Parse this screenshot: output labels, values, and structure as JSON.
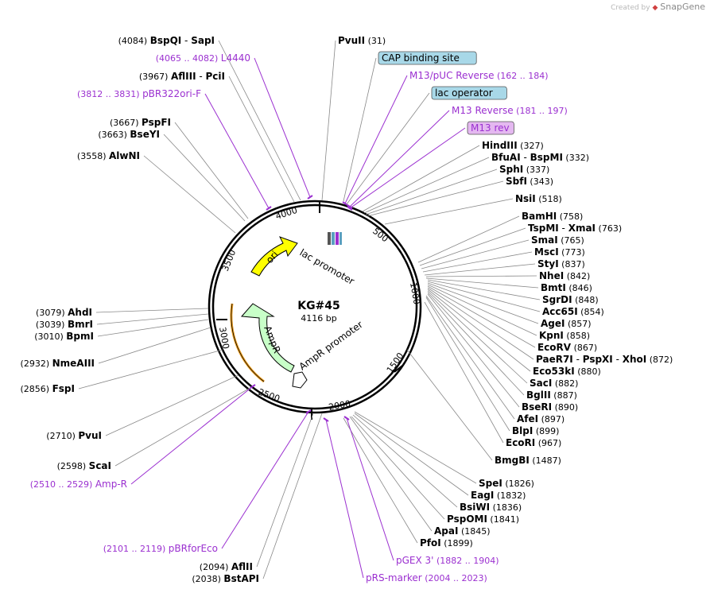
{
  "header": {
    "created_by": "Created by",
    "brand": "SnapGene"
  },
  "plasmid": {
    "name": "KG#45",
    "size_label": "4116 bp",
    "length": 4116,
    "ticks": [
      "500",
      "1000",
      "1500",
      "2000",
      "2500",
      "3000",
      "3500",
      "4000"
    ]
  },
  "colors": {
    "ori": "#ffff00",
    "ampR": "#c8ffc8",
    "primer": "#9b30d0",
    "feature_badge": "#a8d8e8",
    "primer_badge": "#e4b8f0",
    "ampR_primer": "#f0a020",
    "text": "#000000"
  },
  "features": [
    {
      "name": "ori",
      "type": "rep_origin",
      "color": "#ffff00"
    },
    {
      "name": "lac promoter",
      "type": "promoter"
    },
    {
      "name": "AmpR",
      "type": "CDS",
      "color": "#c8ffc8"
    },
    {
      "name": "AmpR promoter",
      "type": "promoter"
    }
  ],
  "left_labels": [
    {
      "pos": "(4084)",
      "name": "BspQI",
      "sep": "-",
      "name2": "SapI",
      "style": "site"
    },
    {
      "pos": "(4065 .. 4082)",
      "name": "L4440",
      "style": "primer"
    },
    {
      "pos": "(3967)",
      "name": "AflIII",
      "sep": "-",
      "name2": "PciI",
      "style": "site"
    },
    {
      "pos": "(3812 .. 3831)",
      "name": "pBR322ori-F",
      "style": "primer"
    },
    {
      "pos": "(3667)",
      "name": "PspFI",
      "style": "site"
    },
    {
      "pos": "(3663)",
      "name": "BseYI",
      "style": "site"
    },
    {
      "pos": "(3558)",
      "name": "AlwNI",
      "style": "site"
    },
    {
      "pos": "(3079)",
      "name": "AhdI",
      "style": "site"
    },
    {
      "pos": "(3039)",
      "name": "BmrI",
      "style": "site"
    },
    {
      "pos": "(3010)",
      "name": "BpmI",
      "style": "site"
    },
    {
      "pos": "(2932)",
      "name": "NmeAIII",
      "style": "site"
    },
    {
      "pos": "(2856)",
      "name": "FspI",
      "style": "site"
    },
    {
      "pos": "(2710)",
      "name": "PvuI",
      "style": "site"
    },
    {
      "pos": "(2598)",
      "name": "ScaI",
      "style": "site"
    },
    {
      "pos": "(2510 .. 2529)",
      "name": "Amp-R",
      "style": "primer"
    },
    {
      "pos": "(2101 .. 2119)",
      "name": "pBRforEco",
      "style": "primer"
    },
    {
      "pos": "(2094)",
      "name": "AflII",
      "style": "site"
    },
    {
      "pos": "(2038)",
      "name": "BstAPI",
      "style": "site"
    }
  ],
  "right_labels": [
    {
      "name": "PvuII",
      "pos": "(31)",
      "style": "site"
    },
    {
      "name": "CAP binding site",
      "style": "feature"
    },
    {
      "name": "M13/pUC Reverse",
      "pos": "(162 .. 184)",
      "style": "primer"
    },
    {
      "name": "lac operator",
      "style": "feature"
    },
    {
      "name": "M13 Reverse",
      "pos": "(181 .. 197)",
      "style": "primer"
    },
    {
      "name": "M13 rev",
      "style": "primer_badge"
    },
    {
      "name": "HindIII",
      "pos": "(327)",
      "style": "site"
    },
    {
      "name": "BfuAI",
      "sep": "-",
      "name2": "BspMI",
      "pos": "(332)",
      "style": "site"
    },
    {
      "name": "SphI",
      "pos": "(337)",
      "style": "site"
    },
    {
      "name": "SbfI",
      "pos": "(343)",
      "style": "site"
    },
    {
      "name": "NsiI",
      "pos": "(518)",
      "style": "site"
    },
    {
      "name": "BamHI",
      "pos": "(758)",
      "style": "site"
    },
    {
      "name": "TspMI",
      "sep": "-",
      "name2": "XmaI",
      "pos": "(763)",
      "style": "site"
    },
    {
      "name": "SmaI",
      "pos": "(765)",
      "style": "site"
    },
    {
      "name": "MscI",
      "pos": "(773)",
      "style": "site"
    },
    {
      "name": "StyI",
      "pos": "(837)",
      "style": "site"
    },
    {
      "name": "NheI",
      "pos": "(842)",
      "style": "site"
    },
    {
      "name": "BmtI",
      "pos": "(846)",
      "style": "site"
    },
    {
      "name": "SgrDI",
      "pos": "(848)",
      "style": "site"
    },
    {
      "name": "Acc65I",
      "pos": "(854)",
      "style": "site"
    },
    {
      "name": "AgeI",
      "pos": "(857)",
      "style": "site"
    },
    {
      "name": "KpnI",
      "pos": "(858)",
      "style": "site"
    },
    {
      "name": "EcoRV",
      "pos": "(867)",
      "style": "site"
    },
    {
      "name": "PaeR7I",
      "sep": "-",
      "name2": "PspXI",
      "sep2": "-",
      "name3": "XhoI",
      "pos": "(872)",
      "style": "site"
    },
    {
      "name": "Eco53kI",
      "pos": "(880)",
      "style": "site"
    },
    {
      "name": "SacI",
      "pos": "(882)",
      "style": "site"
    },
    {
      "name": "BglII",
      "pos": "(887)",
      "style": "site"
    },
    {
      "name": "BseRI",
      "pos": "(890)",
      "style": "site"
    },
    {
      "name": "AfeI",
      "pos": "(897)",
      "style": "site"
    },
    {
      "name": "BlpI",
      "pos": "(899)",
      "style": "site"
    },
    {
      "name": "EcoRI",
      "pos": "(967)",
      "style": "site"
    },
    {
      "name": "BmgBI",
      "pos": "(1487)",
      "style": "site"
    },
    {
      "name": "SpeI",
      "pos": "(1826)",
      "style": "site"
    },
    {
      "name": "EagI",
      "pos": "(1832)",
      "style": "site"
    },
    {
      "name": "BsiWI",
      "pos": "(1836)",
      "style": "site"
    },
    {
      "name": "PspOMI",
      "pos": "(1841)",
      "style": "site"
    },
    {
      "name": "ApaI",
      "pos": "(1845)",
      "style": "site"
    },
    {
      "name": "PfoI",
      "pos": "(1899)",
      "style": "site"
    },
    {
      "name": "pGEX 3'",
      "pos": "(1882 .. 1904)",
      "style": "primer"
    },
    {
      "name": "pRS-marker",
      "pos": "(2004 .. 2023)",
      "style": "primer"
    }
  ]
}
